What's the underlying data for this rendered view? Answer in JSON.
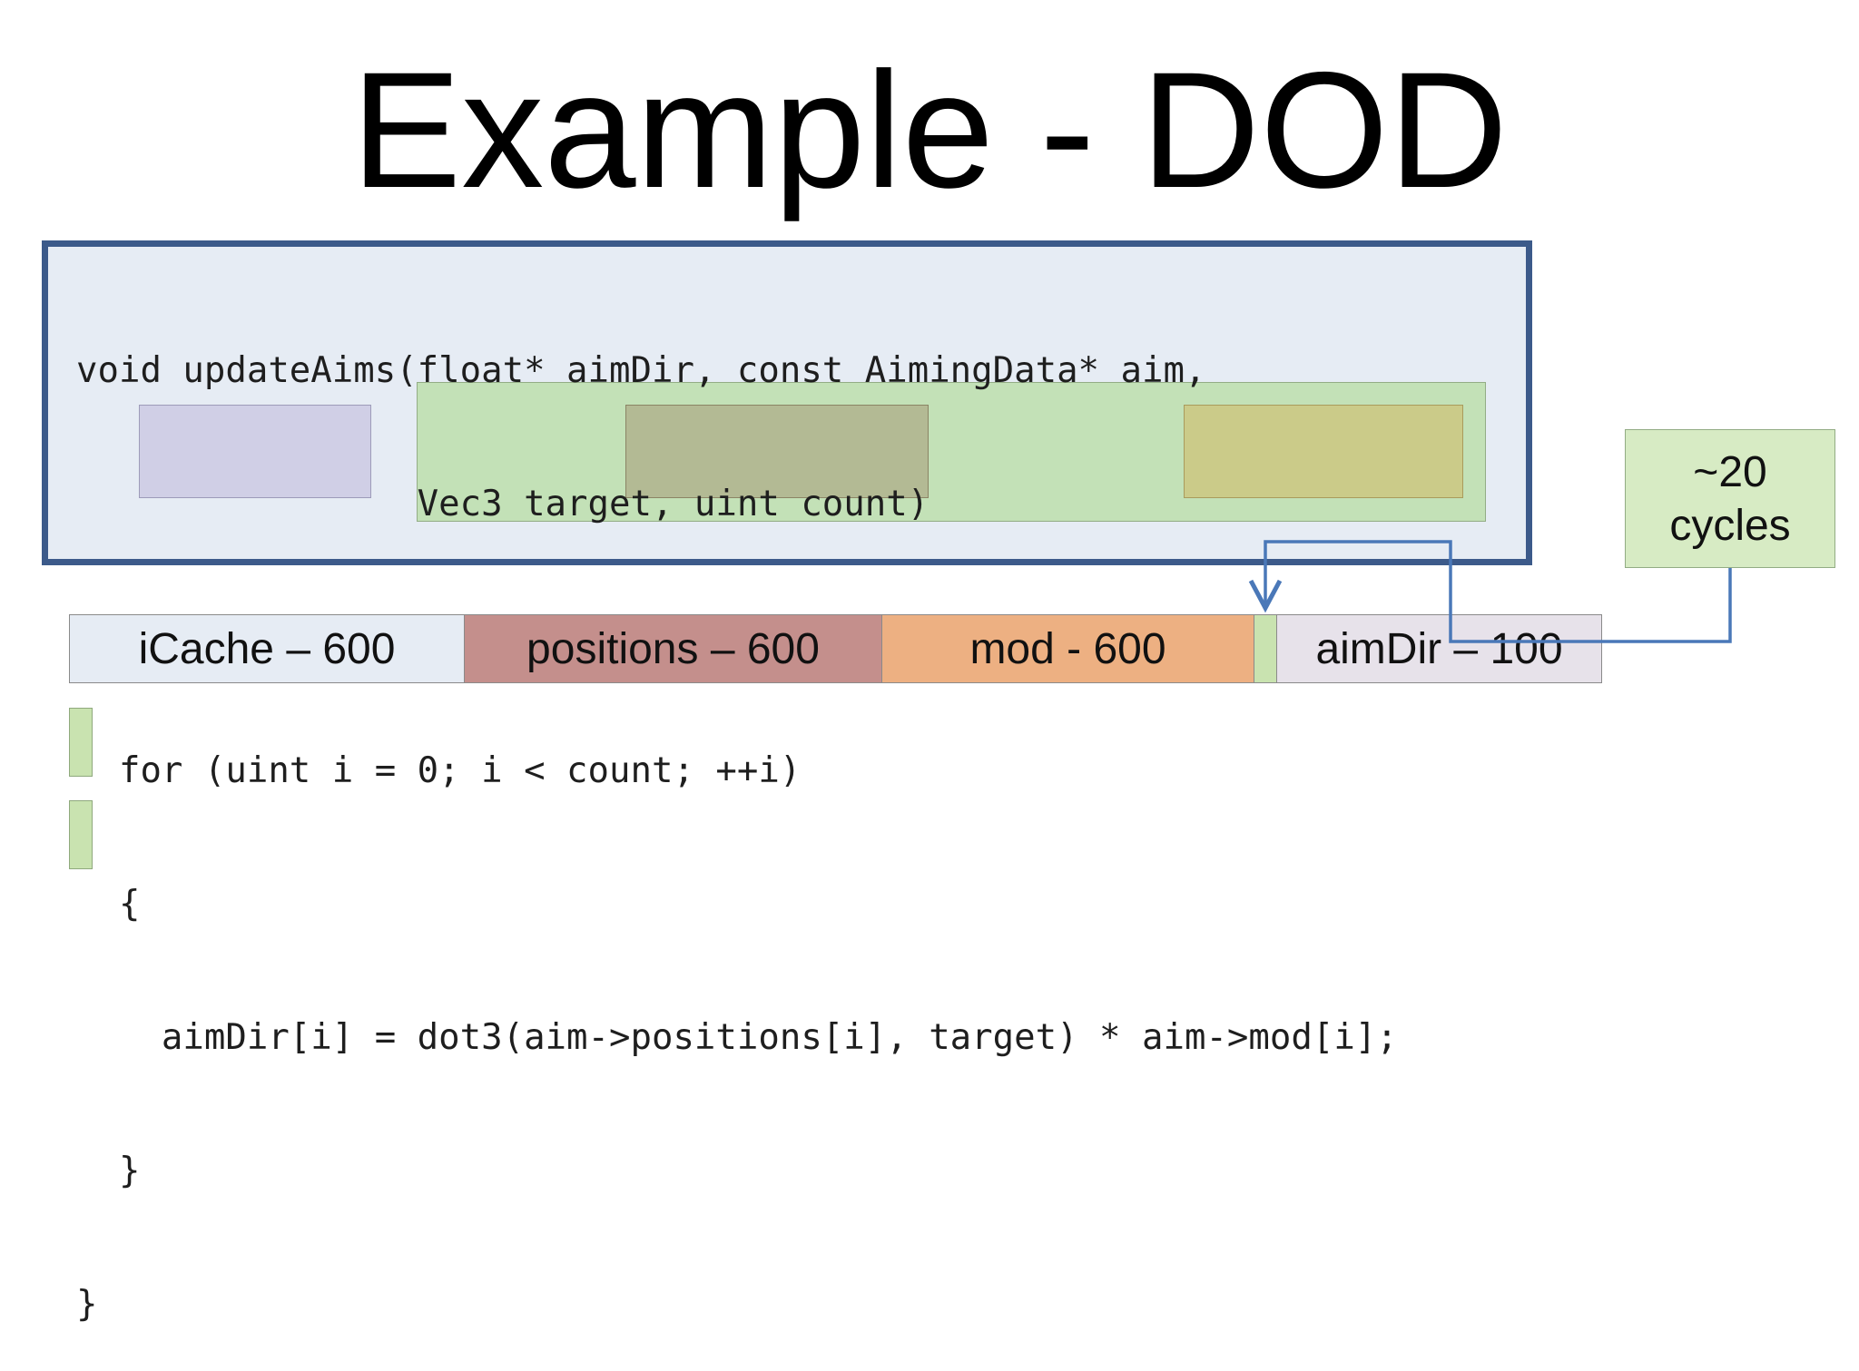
{
  "slide": {
    "title": "Example - DOD"
  },
  "code": {
    "lines": [
      "void updateAims(float* aimDir, const AimingData* aim,",
      "                Vec3 target, uint count)",
      "{",
      "  for (uint i = 0; i < count; ++i)",
      "  {",
      "    aimDir[i] = dot3(aim->positions[i], target) * aim->mod[i];",
      "  }",
      "}"
    ]
  },
  "cache_bar": {
    "segments": [
      {
        "label": "iCache – 600",
        "color": "#e6ecf4"
      },
      {
        "label": "positions – 600",
        "color": "#c48f8c"
      },
      {
        "label": "mod - 600",
        "color": "#edb082"
      },
      {
        "label": "",
        "color": "#c9e3b0"
      },
      {
        "label": "aimDir – 100",
        "color": "#e7e2ea"
      }
    ]
  },
  "callout": {
    "line1": "~20",
    "line2": "cycles",
    "color": "#d7ebc4"
  },
  "colors": {
    "code_border": "#3c5a8a",
    "arrow": "#4a78b8"
  }
}
